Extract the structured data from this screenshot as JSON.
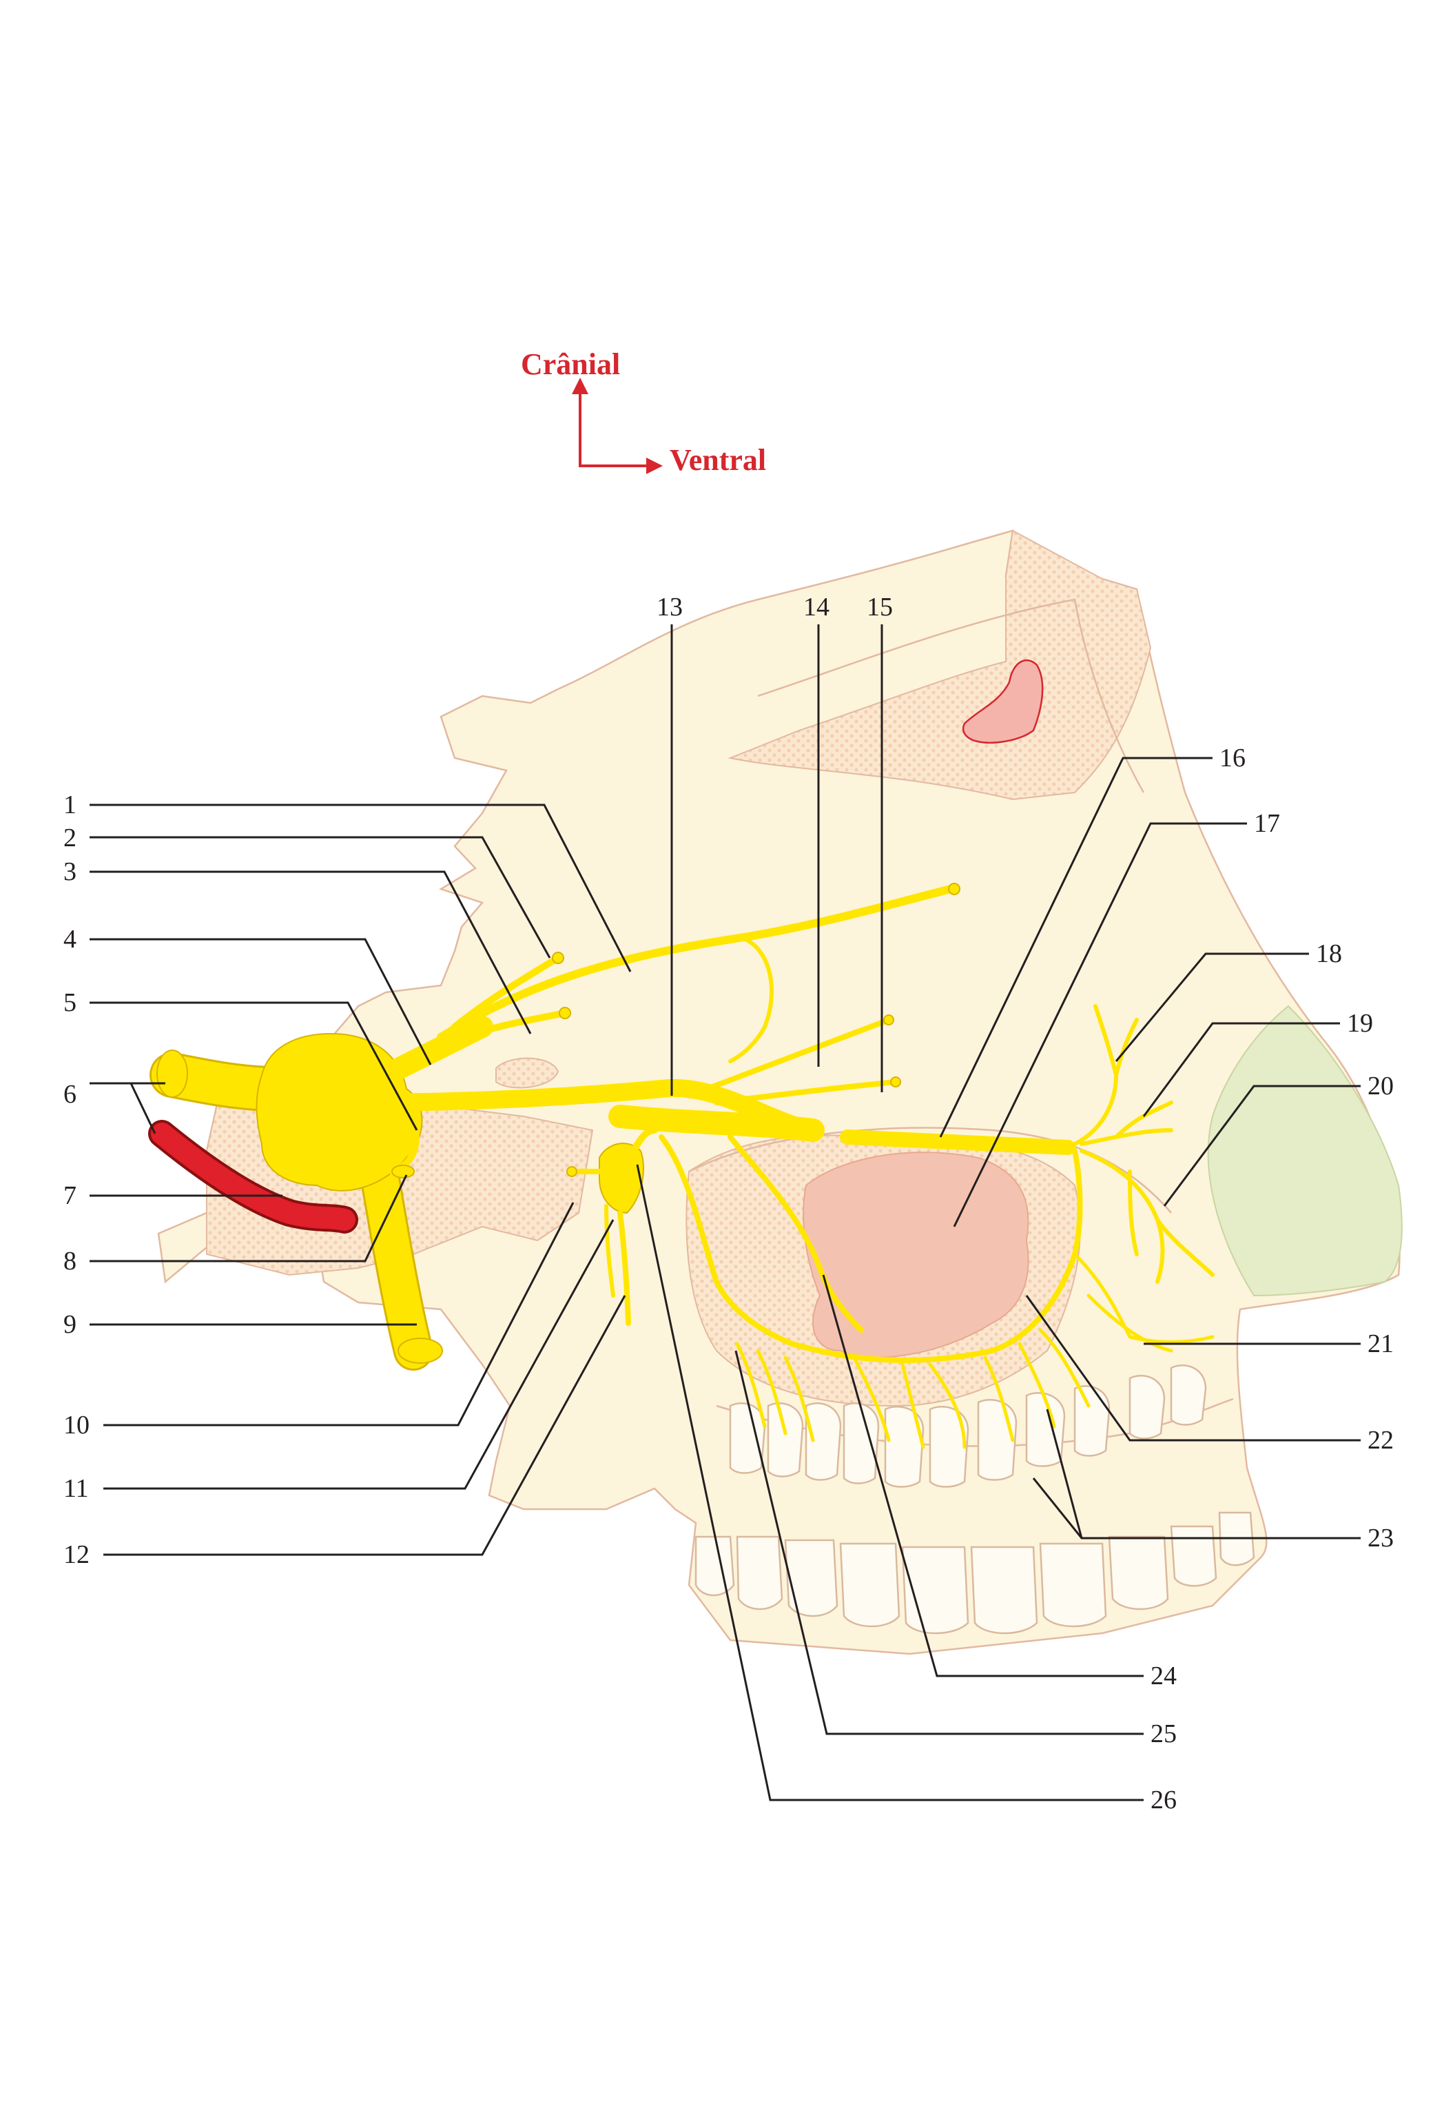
{
  "orientation": {
    "up_label": "Crânial",
    "right_label": "Ventral",
    "arrow_color": "#d7262e"
  },
  "colors": {
    "nerve": "#ffe600",
    "bone": "#fdf4dc",
    "artery": "#e0202a",
    "sinus": "#f4c2b0",
    "nasal_cartilage": "#e4ecc8"
  },
  "labels": [
    "1",
    "2",
    "3",
    "4",
    "5",
    "6",
    "7",
    "8",
    "9",
    "10",
    "11",
    "12",
    "13",
    "14",
    "15",
    "16",
    "17",
    "18",
    "19",
    "20",
    "21",
    "22",
    "23",
    "24",
    "25",
    "26"
  ]
}
